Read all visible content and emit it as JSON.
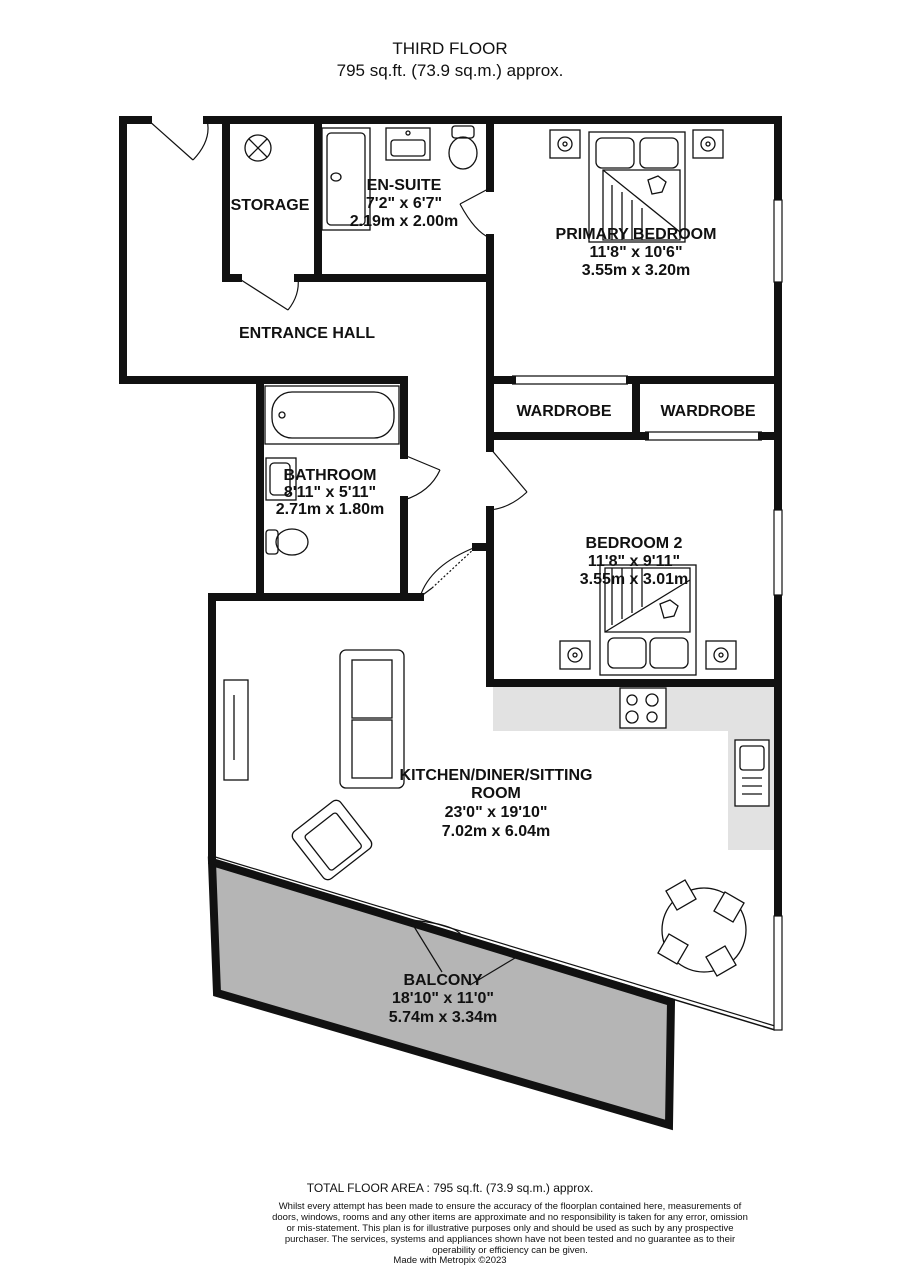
{
  "header": {
    "floor": "THIRD FLOOR",
    "area": "795 sq.ft. (73.9 sq.m.) approx."
  },
  "rooms": {
    "storage": {
      "name": "STORAGE"
    },
    "ensuite": {
      "name": "EN-SUITE",
      "dim_imperial": "7'2\"  x 6'7\"",
      "dim_metric": "2.19m  x 2.00m"
    },
    "primary_bedroom": {
      "name": "PRIMARY BEDROOM",
      "dim_imperial": "11'8\"  x 10'6\"",
      "dim_metric": "3.55m  x 3.20m"
    },
    "entrance_hall": {
      "name": "ENTRANCE HALL"
    },
    "wardrobe_1": {
      "name": "WARDROBE"
    },
    "wardrobe_2": {
      "name": "WARDROBE"
    },
    "bathroom": {
      "name": "BATHROOM",
      "dim_imperial": "8'11\"  x 5'11\"",
      "dim_metric": "2.71m  x 1.80m"
    },
    "bedroom_2": {
      "name": "BEDROOM 2",
      "dim_imperial": "11'8\"  x 9'11\"",
      "dim_metric": "3.55m  x 3.01m"
    },
    "kitchen": {
      "name_line1": "KITCHEN/DINER/SITTING",
      "name_line2": "ROOM",
      "dim_imperial": "23'0\"  x 19'10\"",
      "dim_metric": "7.02m  x 6.04m"
    },
    "balcony": {
      "name": "BALCONY",
      "dim_imperial": "18'10\"  x 11'0\"",
      "dim_metric": "5.74m  x 3.34m"
    }
  },
  "footer": {
    "total_area": "TOTAL FLOOR AREA : 795 sq.ft. (73.9 sq.m.) approx.",
    "disclaimer": "Whilst every attempt has been made to ensure the accuracy of the floorplan contained here, measurements of doors, windows, rooms and any other items are approximate and no responsibility is taken for any error, omission or mis-statement. This plan is for illustrative purposes only and should be used as such by any prospective purchaser. The services, systems and appliances shown have not been tested and no guarantee as to their operability or efficiency can be given.",
    "made_with": "Made with Metropix ©2023"
  },
  "colors": {
    "wall": "#111111",
    "balcony_fill": "#b5b5b5",
    "kitchen_counter": "#e2e2e2"
  }
}
